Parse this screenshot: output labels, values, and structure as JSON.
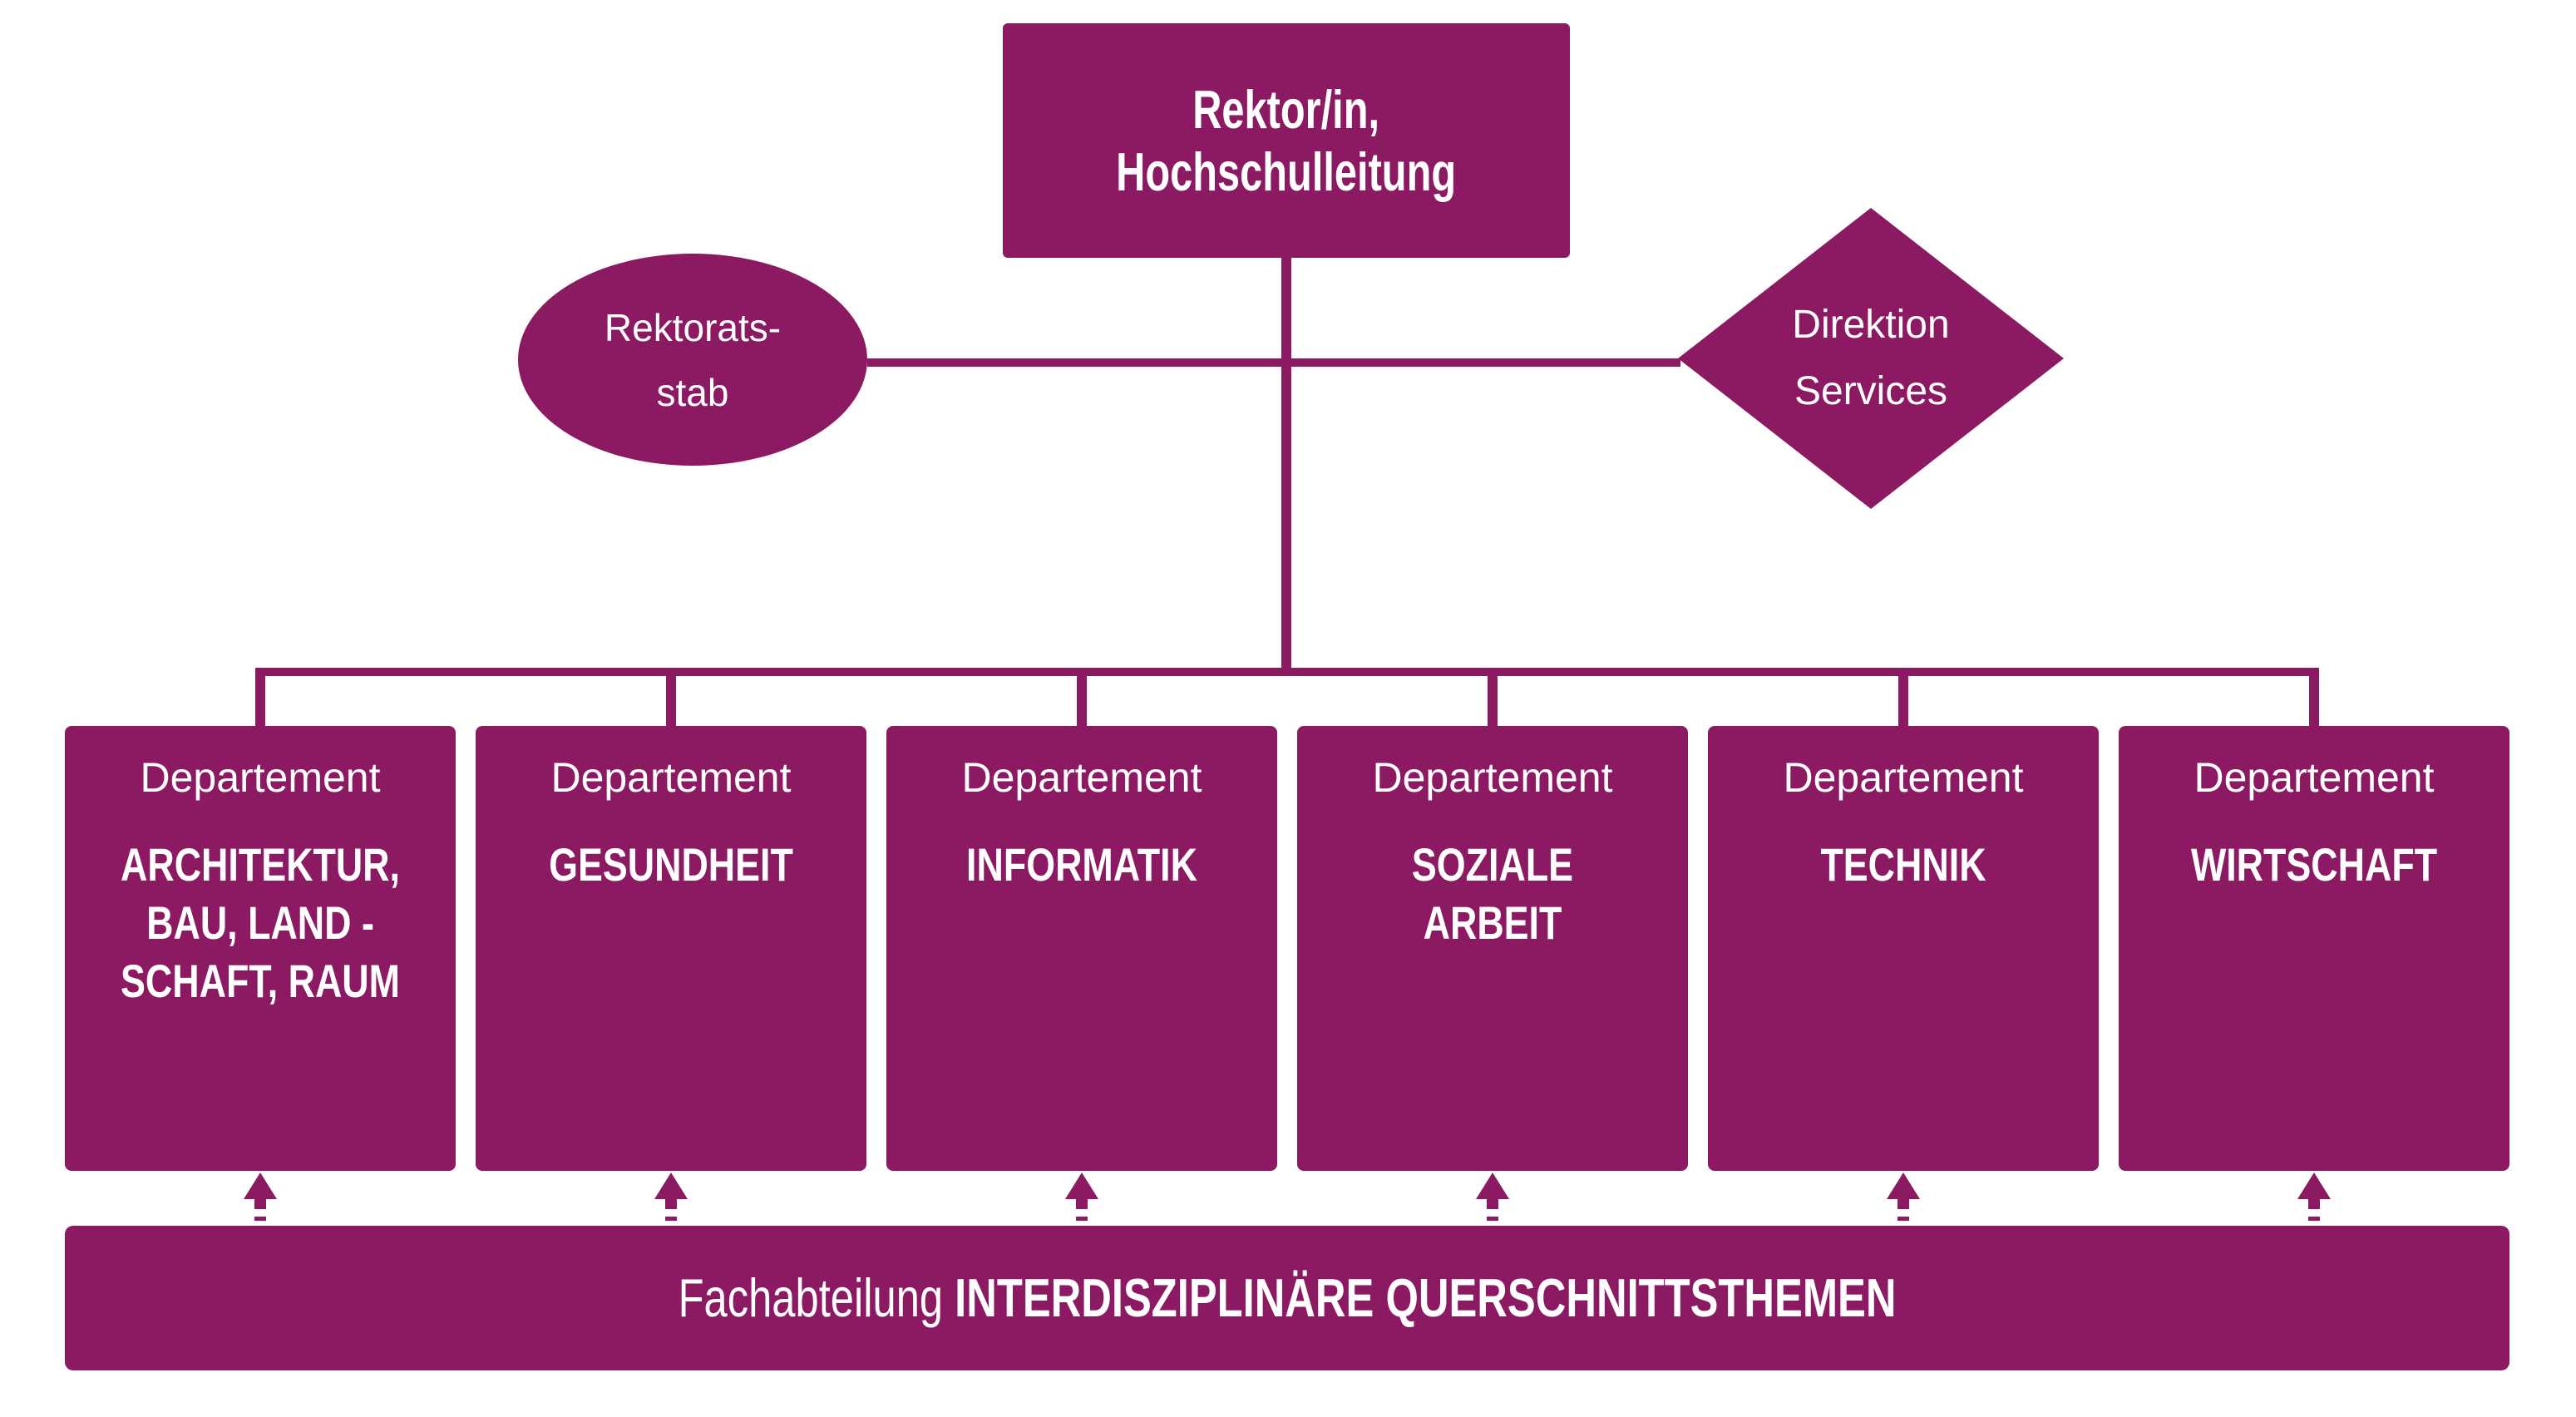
{
  "colors": {
    "accent": "#8c1a62",
    "text_on_accent": "#ffffff",
    "background": "#ffffff"
  },
  "nodes": {
    "leadership": {
      "label": "Rektor/in,\nHochschulleitung"
    },
    "staff": {
      "label": "Rektorats-\nstab"
    },
    "services": {
      "label": "Direktion\nServices"
    }
  },
  "departments": {
    "prefix": "Departement",
    "items": [
      {
        "name": "ARCHITEKTUR,\nBAU, LAND -\nSCHAFT, RAUM"
      },
      {
        "name": "GESUNDHEIT"
      },
      {
        "name": "INFORMATIK"
      },
      {
        "name": "SOZIALE\nARBEIT"
      },
      {
        "name": "TECHNIK"
      },
      {
        "name": "WIRTSCHAFT"
      }
    ]
  },
  "footer": {
    "prefix": "Fachabteilung",
    "title": "INTERDISZIPLINÄRE QUERSCHNITTSTHEMEN"
  }
}
